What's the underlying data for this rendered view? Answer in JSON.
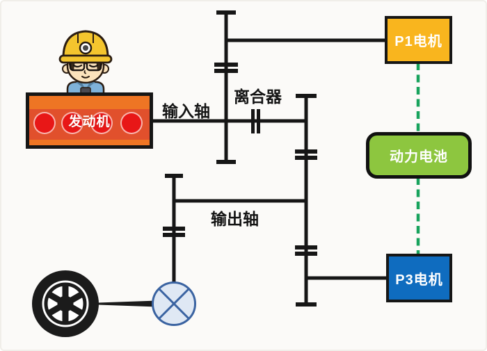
{
  "diagram": {
    "type": "hybrid-powertrain-stick-diagram",
    "nodes": {
      "engine": {
        "label": "发动机",
        "fill": "#EE7524",
        "band_color": "#E1502C",
        "cylinder_color": "#E81717",
        "cylinders": 4
      },
      "p1_motor": {
        "label": "P1电机",
        "fill": "#F9B51E"
      },
      "battery": {
        "label": "动力电池",
        "fill": "#8DC63F"
      },
      "p3_motor": {
        "label": "P3电机",
        "fill": "#0F6CBF"
      },
      "wheel": {
        "icon": "wheel-icon"
      },
      "differential": {
        "icon": "differential-icon"
      },
      "worker": {
        "icon": "worker-avatar"
      }
    },
    "shaft_labels": {
      "input": "输入轴",
      "clutch": "离合器",
      "output": "输出轴"
    },
    "edges": [
      {
        "from": "engine",
        "to": "gearbox",
        "via": "input-shaft",
        "style": "solid-black"
      },
      {
        "from": "p1_motor",
        "to": "input-gear",
        "via": "gear-mesh",
        "style": "solid-black"
      },
      {
        "from": "clutch",
        "on": "input-shaft",
        "style": "clutch-symbol"
      },
      {
        "from": "battery",
        "to": "p1_motor",
        "style": "dashed-green"
      },
      {
        "from": "battery",
        "to": "p3_motor",
        "style": "dashed-green"
      },
      {
        "from": "p3_motor",
        "to": "output-gear",
        "style": "solid-black"
      },
      {
        "from": "output-shaft",
        "to": "differential",
        "style": "solid-black"
      },
      {
        "from": "differential",
        "to": "wheel",
        "via": "axle",
        "style": "solid-black"
      }
    ],
    "colors": {
      "line": "#161616",
      "dashed_link": "#18A35D",
      "differential_fill": "#DFE8F4",
      "differential_stroke": "#3A63A1",
      "background": "#FBFAF8"
    }
  }
}
